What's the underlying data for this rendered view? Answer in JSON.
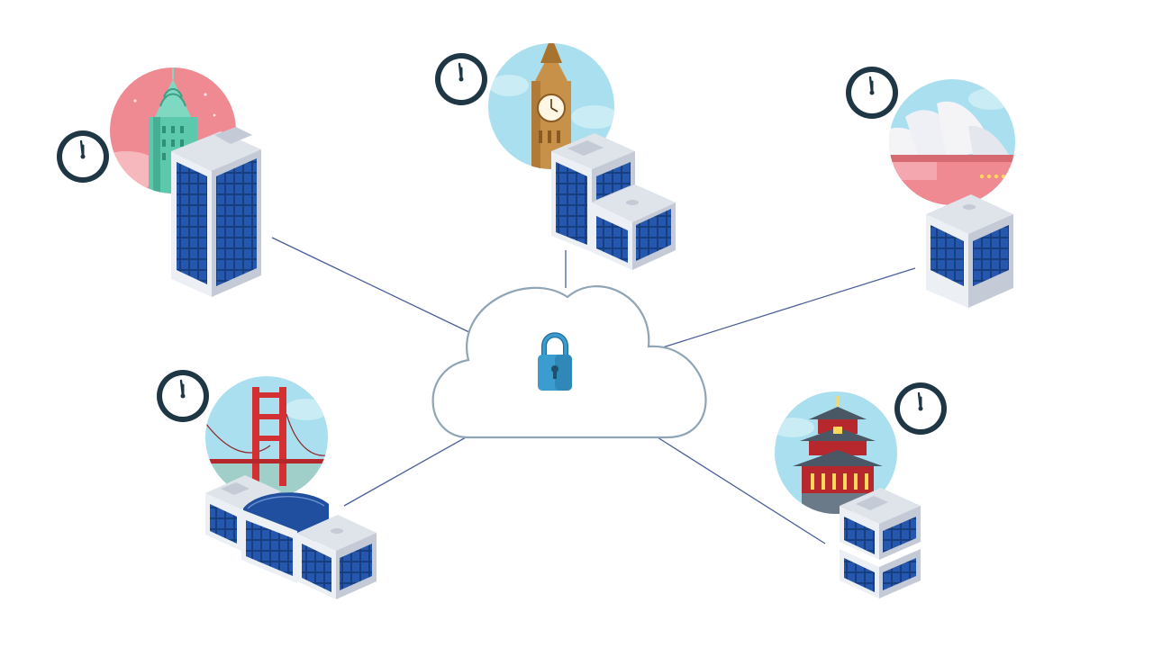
{
  "colors": {
    "background": "#ffffff",
    "link_line": "#4a5f9a",
    "cloud_stroke": "#8fa5b5",
    "lock": "#3a9ccf",
    "lock_dark": "#246f99",
    "glass": "#1f4f9e",
    "glass_dark": "#173f80",
    "building_top": "#dfe3ea",
    "building_side": "#c4cad6",
    "building_front": "#ecf0f5",
    "clock_rim": "#1f3745",
    "clock_face": "#ffffff",
    "sky_pink": "#ef8a93",
    "sky_blue": "#a9dfee",
    "teal": "#5cc8ac",
    "bridge_red": "#d33034",
    "big_ben_gold": "#c8914a",
    "opera_white": "#f4f4f7",
    "temple_red": "#b6282e"
  },
  "hub": {
    "name": "secure-cloud",
    "icon": "padlock-icon"
  },
  "nodes": [
    {
      "name": "new-york-office",
      "landmark": "chrysler-building-icon",
      "icon": "office-tower-icon"
    },
    {
      "name": "london-office",
      "landmark": "big-ben-icon",
      "icon": "office-block-icon"
    },
    {
      "name": "sydney-office",
      "landmark": "sydney-opera-house-icon",
      "icon": "office-cube-icon"
    },
    {
      "name": "san-francisco-office",
      "landmark": "golden-gate-bridge-icon",
      "icon": "office-campus-icon"
    },
    {
      "name": "beijing-office",
      "landmark": "temple-of-heaven-icon",
      "icon": "office-stack-icon"
    }
  ],
  "clocks": [
    {
      "name": "new-york-clock",
      "icon": "clock-icon"
    },
    {
      "name": "london-clock",
      "icon": "clock-icon"
    },
    {
      "name": "sydney-clock",
      "icon": "clock-icon"
    },
    {
      "name": "san-francisco-clock",
      "icon": "clock-icon"
    },
    {
      "name": "beijing-clock",
      "icon": "clock-icon"
    }
  ]
}
